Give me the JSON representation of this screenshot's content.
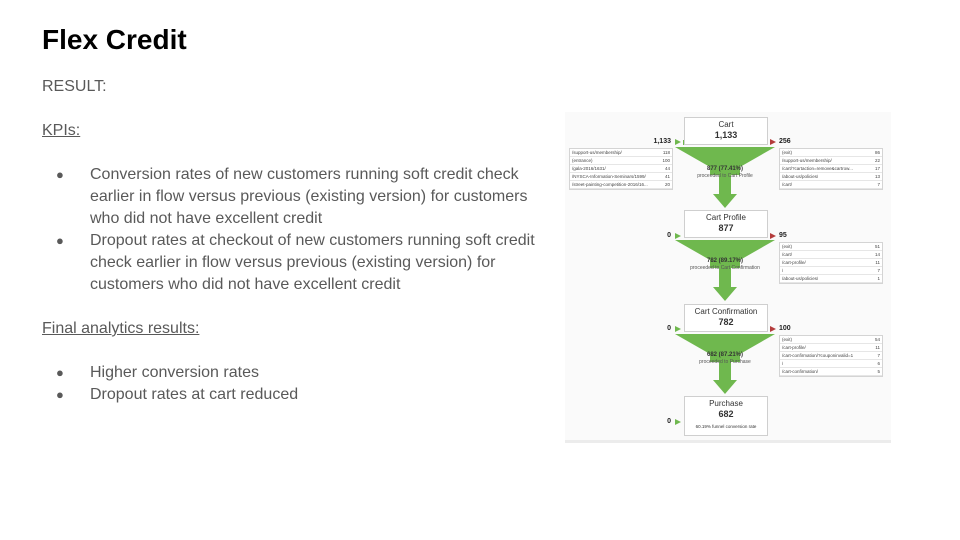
{
  "slide": {
    "title": "Flex Credit",
    "result_label": "RESULT:",
    "kpis_heading": "KPIs:",
    "kpis": [
      "Conversion rates of new customers running soft credit check earlier in flow versus previous (existing version) for customers who did not have excellent credit",
      "Dropout rates at checkout of new customers running soft credit check earlier in flow versus previous (existing version) for customers who did not have excellent credit"
    ],
    "final_heading": "Final analytics results:",
    "results": [
      "Higher conversion rates",
      "Dropout rates at cart reduced"
    ]
  },
  "funnel": {
    "stages": [
      {
        "name": "Cart",
        "count": "1,133",
        "in": "1,133",
        "out": "256"
      },
      {
        "name": "Cart Profile",
        "count": "877",
        "in": "0",
        "out": "95"
      },
      {
        "name": "Cart Confirmation",
        "count": "782",
        "in": "0",
        "out": "100"
      },
      {
        "name": "Purchase",
        "count": "682",
        "in": "0",
        "note": "60.19% funnel conversion rate"
      }
    ],
    "transitions": [
      {
        "pct": "877 (77.41%)",
        "sub": "proceeded to Cart Profile"
      },
      {
        "pct": "782 (89.17%)",
        "sub": "proceeded to Cart Confirmation"
      },
      {
        "pct": "682 (87.21%)",
        "sub": "proceeded to Purchase"
      }
    ],
    "entrances": [
      {
        "path": "/support-us/membership/",
        "n": "118"
      },
      {
        "path": "(entrance)",
        "n": "100"
      },
      {
        "path": "/gala-2016/1631/",
        "n": "44"
      },
      {
        "path": "/NYSCA-Information-Seminars/1599/",
        "n": "41"
      },
      {
        "path": "/street-painting-competition-2016/16...",
        "n": "20"
      }
    ],
    "exits": [
      [
        {
          "path": "(exit)",
          "n": "86"
        },
        {
          "path": "/support-us/membership/",
          "n": "22"
        },
        {
          "path": "/cart/?cartaction=remove&cartrow...",
          "n": "17"
        },
        {
          "path": "/about-us/policies/",
          "n": "13"
        },
        {
          "path": "/cart/",
          "n": "7"
        }
      ],
      [
        {
          "path": "(exit)",
          "n": "51"
        },
        {
          "path": "/cart/",
          "n": "14"
        },
        {
          "path": "/cart-profile/",
          "n": "11"
        },
        {
          "path": "/",
          "n": "7"
        },
        {
          "path": "/about-us/policies/",
          "n": "1"
        }
      ],
      [
        {
          "path": "(exit)",
          "n": "54"
        },
        {
          "path": "/cart-profile/",
          "n": "11"
        },
        {
          "path": "/cart-confirmation/?couponinvalid=1",
          "n": "7"
        },
        {
          "path": "/",
          "n": "6"
        },
        {
          "path": "/cart-confirmation/",
          "n": "5"
        }
      ]
    ],
    "colors": {
      "funnel_green": "#6fb84e",
      "exit_red": "#b43c3c"
    }
  }
}
